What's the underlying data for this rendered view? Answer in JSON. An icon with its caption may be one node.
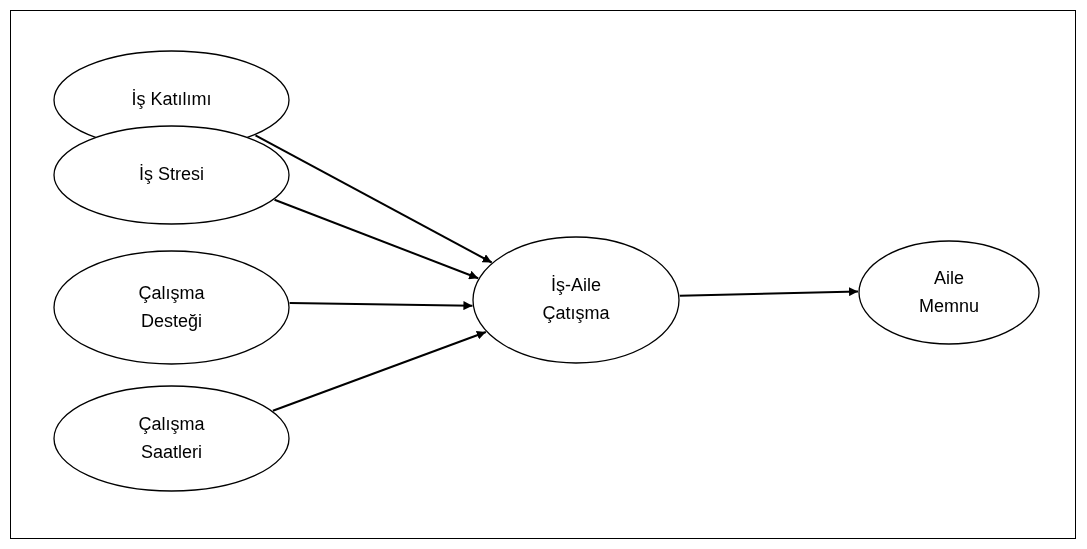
{
  "diagram": {
    "nodes": [
      {
        "text": [
          "İş Katılımı"
        ]
      },
      {
        "text": [
          "İş Stresi"
        ]
      },
      {
        "text": [
          "Çalışma Desteği"
        ]
      },
      {
        "text": [
          "Çalışma Saatleri"
        ]
      },
      {
        "text": [
          "İş-Aile Çatışma"
        ]
      },
      {
        "text": [
          "Aile Memnu"
        ]
      }
    ],
    "edges": [
      {
        "from": 0,
        "to": 4,
        "arrow": "to"
      },
      {
        "from": 1,
        "to": 4,
        "arrow": "to"
      },
      {
        "from": 2,
        "to": 4,
        "arrow": "to"
      },
      {
        "from": 3,
        "to": 4,
        "arrow": "to"
      },
      {
        "from": 4,
        "to": 5,
        "arrow": "to"
      }
    ]
  }
}
